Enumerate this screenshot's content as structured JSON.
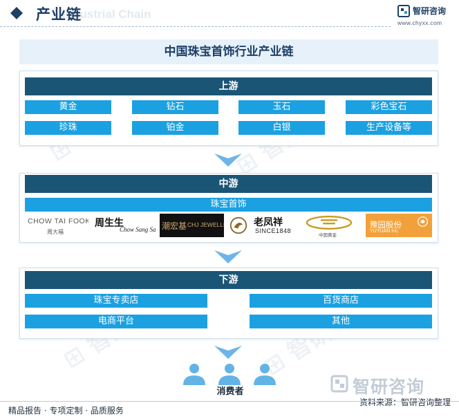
{
  "header": {
    "title": "产业链",
    "subtitle": "Industrial Chain",
    "brand_name": "智研咨询",
    "brand_url": "www.chyxx.com"
  },
  "main_title": "中国珠宝首饰行业产业链",
  "upstream": {
    "label": "上游",
    "items": [
      "黄金",
      "钻石",
      "玉石",
      "彩色宝石",
      "珍珠",
      "铂金",
      "白银",
      "生产设备等"
    ]
  },
  "midstream": {
    "label": "中游",
    "category": "珠宝首饰",
    "logos": [
      {
        "name": "chow-tai-fook-logo",
        "line1": "CHOW TAI FOOK",
        "line2": "周大福"
      },
      {
        "name": "chow-sang-sang-logo",
        "line1": "周生生",
        "line2": "Chow Sang Sang"
      },
      {
        "name": "chj-jewellery-logo",
        "line1": "潮宏基",
        "line2": "CHJ JEWELLERY"
      },
      {
        "name": "lao-feng-xiang-logo",
        "line1": "老凤祥",
        "line2": "SINCE1848"
      },
      {
        "name": "china-gold-logo",
        "line1": "中国黄金",
        "line2": ""
      },
      {
        "name": "yuyuan-logo",
        "line1": "豫园股份",
        "line2": "YUYUAN Inc."
      }
    ]
  },
  "downstream": {
    "label": "下游",
    "items": [
      "珠宝专卖店",
      "百货商店",
      "电商平台",
      "其他"
    ]
  },
  "consumer_label": "消费者",
  "footer": {
    "brand_name": "智研咨询",
    "left": "精品报告 · 专项定制 · 品质服务",
    "source": "资料来源：智研咨询整理"
  },
  "colors": {
    "dark_bar": "#1a5576",
    "chip": "#1ba1e2",
    "arrow": "#6eb4e8",
    "person": "#64b3e6"
  }
}
